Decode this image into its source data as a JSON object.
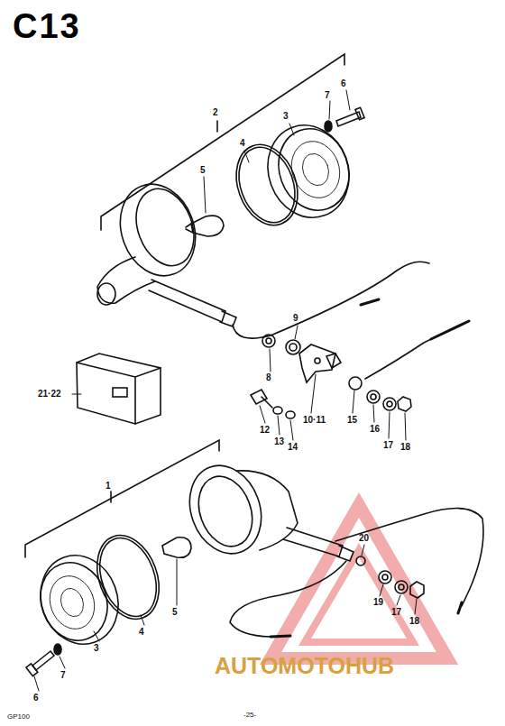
{
  "diagram": {
    "title": "C13",
    "labels": [
      "2",
      "3",
      "4",
      "5",
      "7",
      "6",
      "9",
      "8",
      "10·11",
      "15",
      "16",
      "17",
      "18",
      "12",
      "13",
      "14",
      "21·22",
      "1",
      "20",
      "5",
      "4",
      "3",
      "19",
      "17",
      "18",
      "7",
      "6",
      "GP100",
      "-25-",
      "AUTOMOTOHUB"
    ]
  }
}
